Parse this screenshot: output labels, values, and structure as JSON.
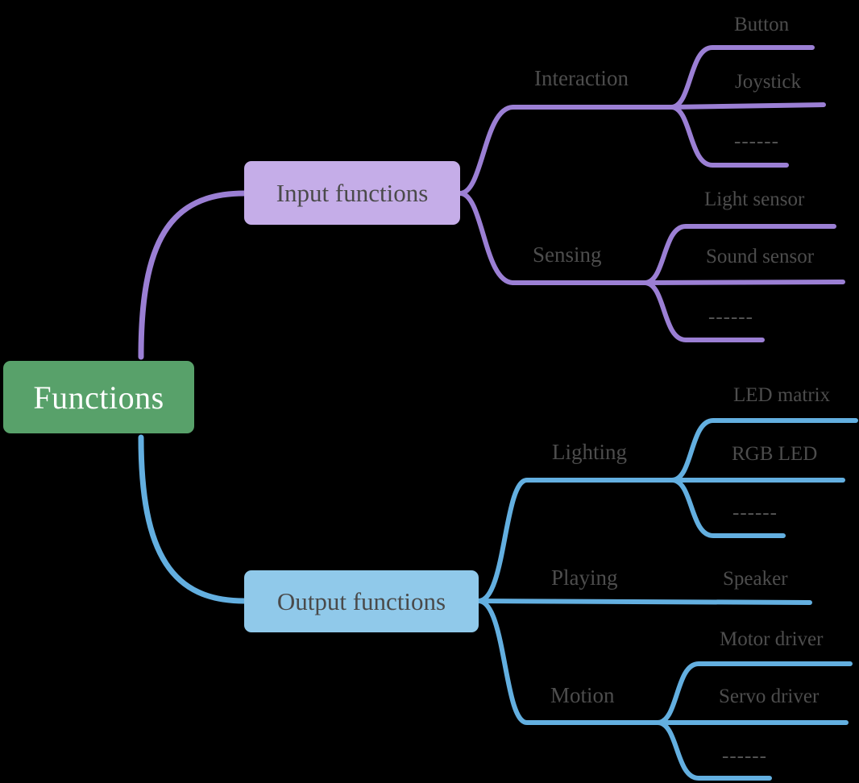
{
  "diagram": {
    "type": "mind-map",
    "background_color": "#000000",
    "root": {
      "label": "Functions",
      "fill": "#58a16a",
      "text_color": "#ffffff"
    },
    "branches": [
      {
        "label": "Input functions",
        "fill": "#c5ade8",
        "line_color": "#9b7fd4",
        "text_color": "#4a4a4a",
        "children": [
          {
            "label": "Interaction",
            "leaves": [
              {
                "label": "Button"
              },
              {
                "label": "Joystick"
              },
              {
                "label": "------"
              }
            ]
          },
          {
            "label": "Sensing",
            "leaves": [
              {
                "label": "Light sensor"
              },
              {
                "label": "Sound sensor"
              },
              {
                "label": "------"
              }
            ]
          }
        ]
      },
      {
        "label": "Output functions",
        "fill": "#90c9ea",
        "line_color": "#63afe0",
        "text_color": "#4a4a4a",
        "children": [
          {
            "label": "Lighting",
            "leaves": [
              {
                "label": "LED matrix"
              },
              {
                "label": "RGB LED"
              },
              {
                "label": "------"
              }
            ]
          },
          {
            "label": "Playing",
            "leaves": [
              {
                "label": "Speaker"
              }
            ]
          },
          {
            "label": "Motion",
            "leaves": [
              {
                "label": "Motor driver"
              },
              {
                "label": "Servo driver"
              },
              {
                "label": "------"
              }
            ]
          }
        ]
      }
    ]
  }
}
